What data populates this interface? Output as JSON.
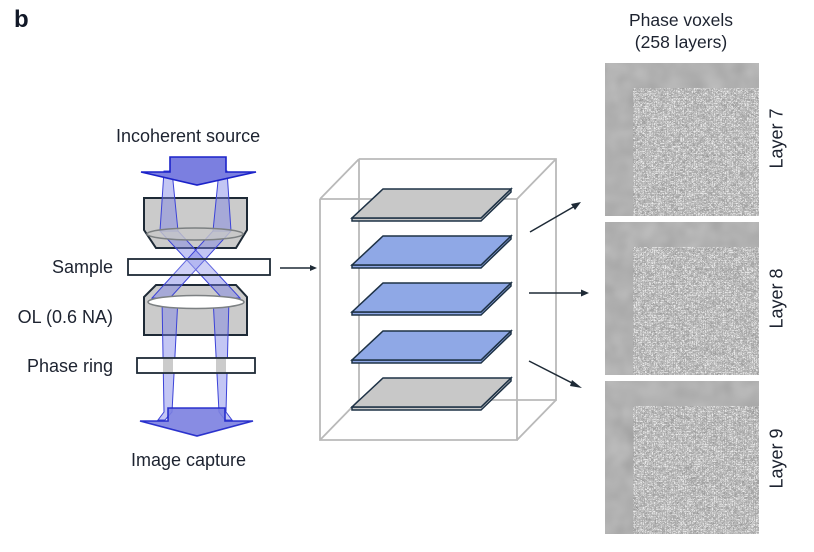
{
  "panel": {
    "label": "b"
  },
  "microscope": {
    "source_label": "Incoherent source",
    "sample_label": "Sample",
    "objective_label": "OL (0.6 NA)",
    "phase_ring_label": "Phase ring",
    "capture_label": "Image capture"
  },
  "volume": {
    "layers": [
      {
        "name": "top-boundary",
        "type": "gray"
      },
      {
        "name": "layer-a",
        "type": "blue"
      },
      {
        "name": "layer-b",
        "type": "blue"
      },
      {
        "name": "layer-c",
        "type": "blue"
      },
      {
        "name": "bottom-boundary",
        "type": "gray"
      }
    ]
  },
  "voxels": {
    "title_line1": "Phase voxels",
    "title_line2": "(258 layers)",
    "images": [
      {
        "label": "Layer 7"
      },
      {
        "label": "Layer 8"
      },
      {
        "label": "Layer 9"
      }
    ]
  },
  "colors": {
    "beam_fill": "#7b7fe0",
    "beam_stroke": "#1b22c9",
    "ray_fill": "#b7b9f2",
    "plate_blue": "#8fa8e6",
    "plate_gray": "#c8c8c8",
    "plate_edge": "#1e3246",
    "objective_fill": "#cbcbcb",
    "box_stroke": "#b9b9b9"
  }
}
